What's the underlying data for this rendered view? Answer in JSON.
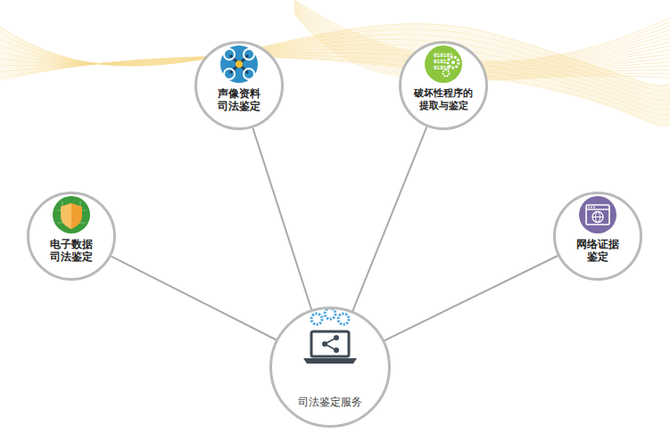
{
  "diagram": {
    "nodes": [
      {
        "text": [
          "声像资料 司法鉴定"
        ]
      },
      {
        "text": [
          "破坏性程序的 提取与鉴定"
        ]
      },
      {
        "text": [
          "电子数据 司法鉴定"
        ]
      },
      {
        "text": [
          "网络证据 鉴定"
        ]
      },
      {
        "text": [
          "司法鉴定服务"
        ]
      }
    ],
    "edges": [
      {
        "from": 4,
        "to": 2,
        "arrow": "none"
      },
      {
        "from": 4,
        "to": 0,
        "arrow": "none"
      },
      {
        "from": 4,
        "to": 1,
        "arrow": "none"
      },
      {
        "from": 4,
        "to": 3,
        "arrow": "none"
      }
    ],
    "labels": [
      "010101",
      "0101",
      "01010"
    ]
  }
}
